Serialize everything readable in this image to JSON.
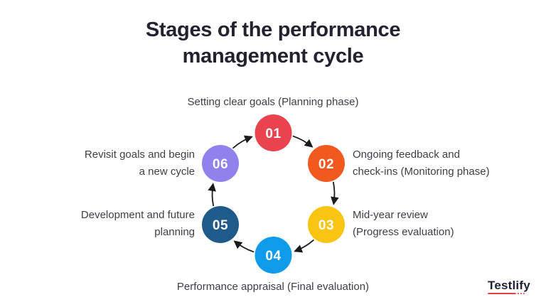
{
  "title": {
    "line1": "Stages of the performance",
    "line2": "management cycle"
  },
  "diagram": {
    "arrow_color": "#1b1b1b",
    "stages": [
      {
        "number": "01",
        "color": "#e8434e",
        "position": "top",
        "lines": [
          "Setting clear goals (Planning phase)"
        ]
      },
      {
        "number": "02",
        "color": "#f2591e",
        "position": "upper-right",
        "lines": [
          "Ongoing feedback and",
          "check-ins (Monitoring phase)"
        ]
      },
      {
        "number": "03",
        "color": "#f9c513",
        "position": "lower-right",
        "lines": [
          "Mid-year review",
          "(Progress evaluation)"
        ]
      },
      {
        "number": "04",
        "color": "#0e9cea",
        "position": "bottom",
        "lines": [
          "Performance appraisal (Final evaluation)"
        ]
      },
      {
        "number": "05",
        "color": "#1e5b8a",
        "position": "lower-left",
        "lines": [
          "Development and future",
          "planning"
        ]
      },
      {
        "number": "06",
        "color": "#9082ec",
        "position": "upper-left",
        "lines": [
          "Revisit goals and begin",
          "a new cycle"
        ]
      }
    ]
  },
  "footer": {
    "logo_text": "Testlify",
    "logo_color": "#1c2334",
    "logo_accent_color": "#e83c44"
  }
}
